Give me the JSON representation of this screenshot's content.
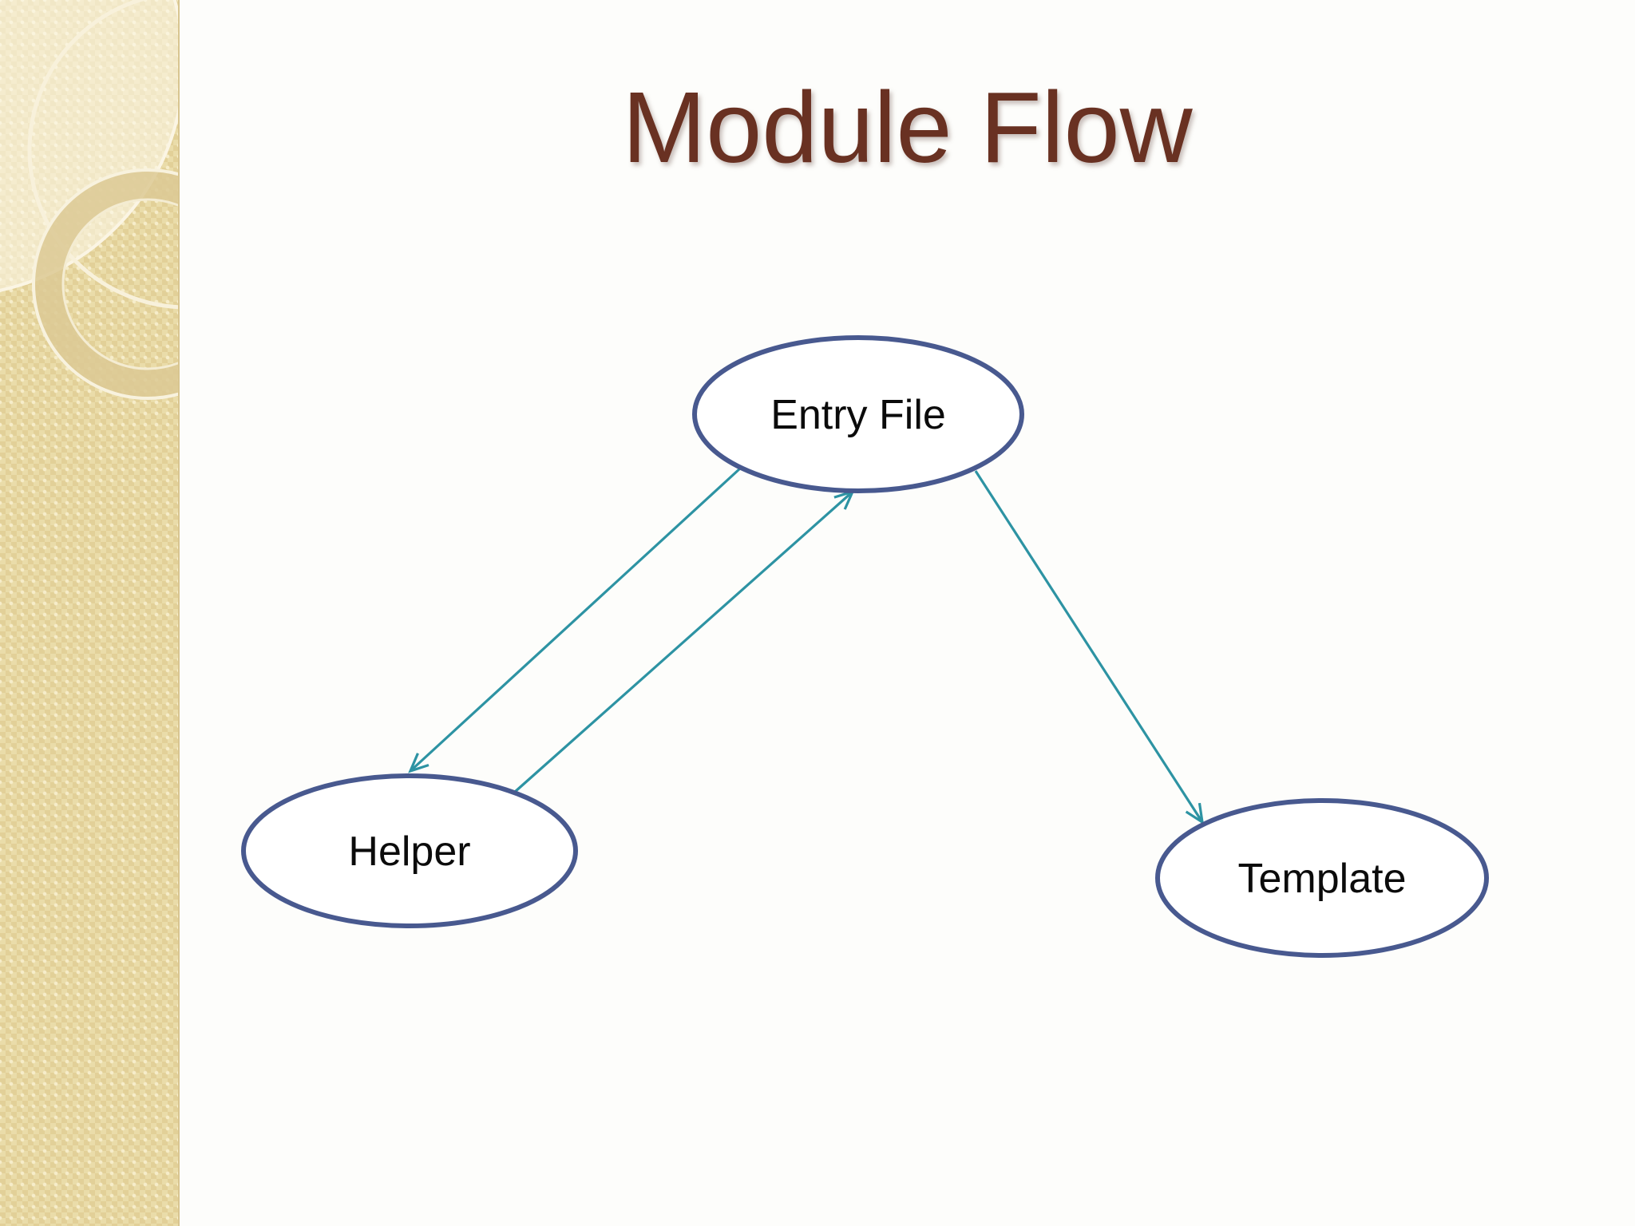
{
  "slide": {
    "title": "Module Flow"
  },
  "diagram": {
    "type": "flow-diagram",
    "nodes": [
      {
        "id": "entry_file",
        "label": "Entry File",
        "shape": "ellipse",
        "position": "top-center"
      },
      {
        "id": "helper",
        "label": "Helper",
        "shape": "ellipse",
        "position": "bottom-left"
      },
      {
        "id": "template",
        "label": "Template",
        "shape": "ellipse",
        "position": "bottom-right"
      }
    ],
    "edges": [
      {
        "from": "entry_file",
        "to": "helper",
        "arrow": "open"
      },
      {
        "from": "helper",
        "to": "entry_file",
        "arrow": "open"
      },
      {
        "from": "entry_file",
        "to": "template",
        "arrow": "open"
      }
    ]
  },
  "colors": {
    "title_text": "#693122",
    "node_border": "#48598F",
    "node_fill": "#FFFFFF",
    "node_text": "#0B0B0B",
    "arrow": "#2D93A3",
    "sidebar_base": "#EADCA9",
    "sidebar_pattern": "#E2D098",
    "sidebar_accent": "#F6EDCA",
    "background": "#FDFDFB"
  }
}
